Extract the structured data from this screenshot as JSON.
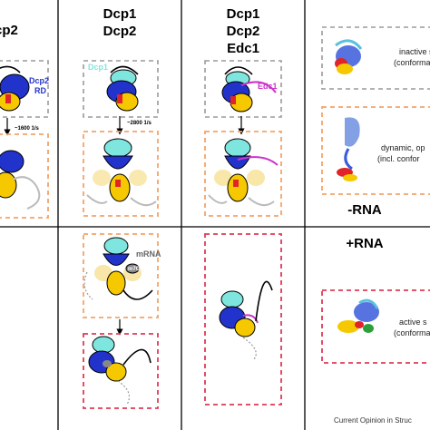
{
  "headers": {
    "col1": "cp2",
    "col2_line1": "Dcp1",
    "col2_line2": "Dcp2",
    "col3_line1": "Dcp1",
    "col3_line2": "Dcp2",
    "col3_line3": "Edc1"
  },
  "labels": {
    "dcp2_rd_1": "Dcp2",
    "dcp2_rd_2": "RD",
    "dcp1": "Dcp1",
    "edc1": "Edc1",
    "rate_col1": "~1600 1/s",
    "rate_col2": "~2800 1/s",
    "mrna": "mRNA",
    "m7g": "m7G",
    "minus_rna": "-RNA",
    "plus_rna": "+RNA"
  },
  "right_panels": {
    "inactive_line1": "inactive s",
    "inactive_line2": "(conforma",
    "dynamic_line1": "dynamic, op",
    "dynamic_line2": "(incl. confor",
    "active_line1": "active s",
    "active_line2": "(conforma"
  },
  "caption": "Current Opinion in Struc",
  "colors": {
    "grey_dash": "#9a9a9a",
    "orange_dash": "#f2a46a",
    "red_dash": "#e03a55",
    "dcp1": "#7fe6df",
    "dcp2_rd": "#2233cc",
    "dcp2_cd": "#f5c800",
    "red_motif": "#e0242a",
    "edc1": "#cc33cc"
  }
}
